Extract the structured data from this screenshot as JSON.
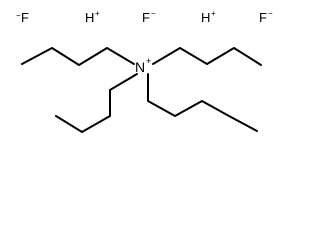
{
  "salt": {
    "anion_text": "F",
    "anion_charge": "−",
    "proton_text": "H",
    "proton_charge": "+"
  },
  "cation": {
    "nitrogen_text": "N",
    "nitrogen_charge": "+",
    "arms": [
      "butyl-upper-left",
      "butyl-upper-right",
      "butyl-lower-left",
      "butyl-lower-right"
    ]
  },
  "colors": {
    "ink": "#000000",
    "background": "#ffffff"
  }
}
